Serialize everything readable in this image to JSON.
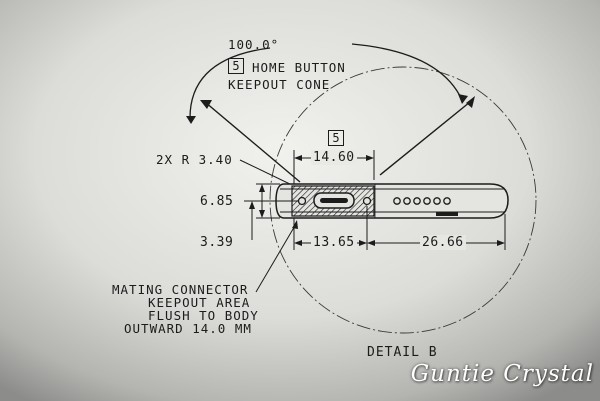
{
  "detail": {
    "cone_angle": "100.0°",
    "cone_ref": "5",
    "cone_line1": "HOME BUTTON",
    "cone_line2": "KEEPOUT CONE",
    "width_ref": "5",
    "width_top": "14.60",
    "radius": "2X R 3.40",
    "height_total": "6.85",
    "height_center": "3.39",
    "width_connector": "13.65",
    "width_offset": "26.66",
    "note_line1": "MATING CONNECTOR",
    "note_line2": "KEEPOUT AREA",
    "note_line3": "FLUSH TO BODY",
    "note_line4": "OUTWARD 14.0 MM",
    "title": "DETAIL B"
  },
  "watermark": "Guntie Crystal",
  "colors": {
    "ink": "#1c1c1c",
    "paper_light": "#eeeeea",
    "paper_dark": "#8f8f8d"
  }
}
